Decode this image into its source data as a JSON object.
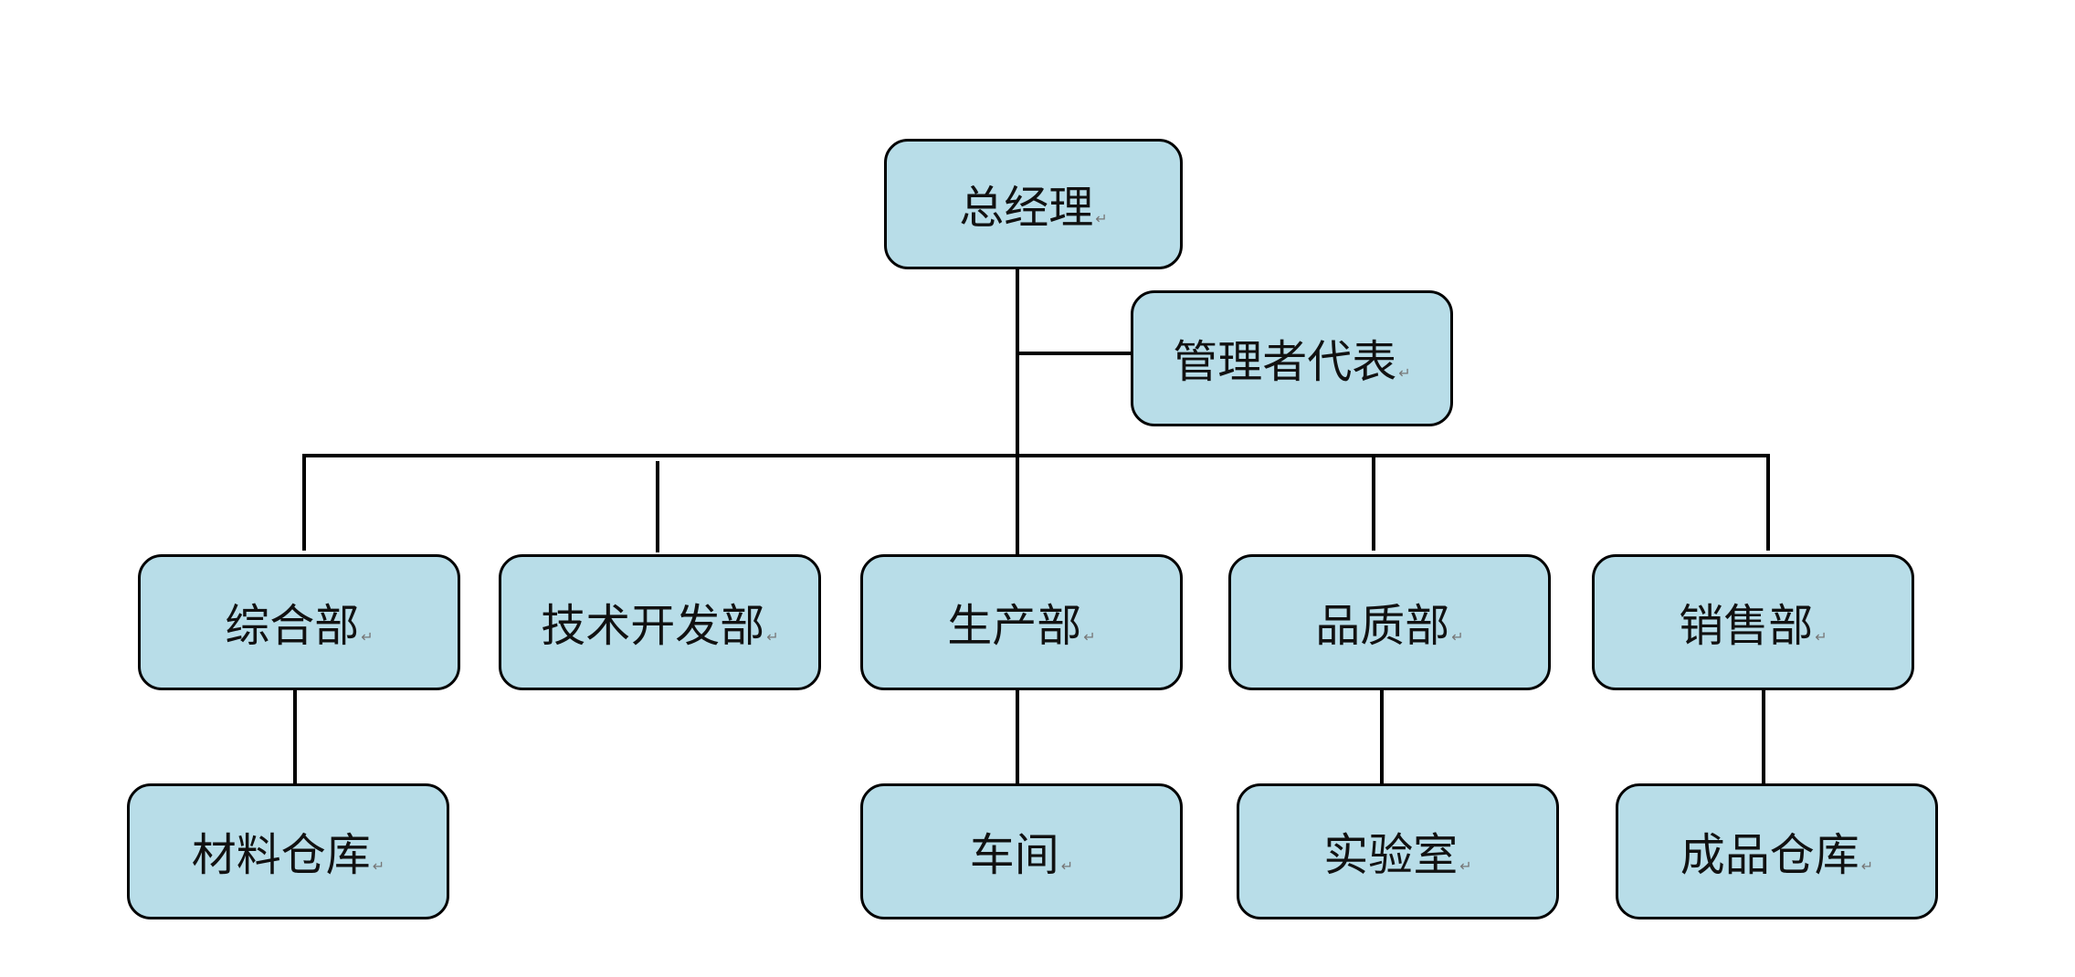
{
  "org_chart": {
    "paragraph_mark": "↵",
    "colors": {
      "node_fill": "#b8dde8",
      "node_border": "#000000",
      "connector": "#000000",
      "text": "#111111"
    },
    "top": {
      "label": "总经理"
    },
    "deputy": {
      "label": "管理者代表"
    },
    "departments": [
      {
        "label": "综合部",
        "child": "材料仓库"
      },
      {
        "label": "技术开发部",
        "child": ""
      },
      {
        "label": "生产部",
        "child": "车间"
      },
      {
        "label": "品质部",
        "child": "实验室"
      },
      {
        "label": "销售部",
        "child": "成品仓库"
      }
    ]
  }
}
